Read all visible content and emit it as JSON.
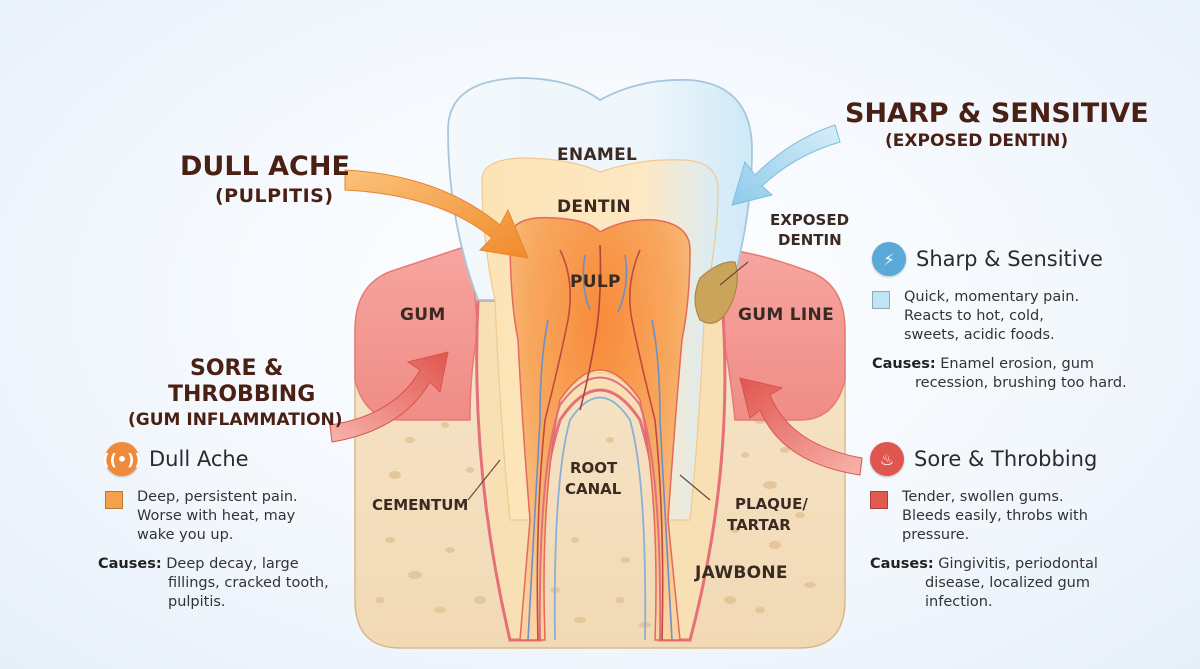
{
  "callouts": {
    "dull_title": "DULL ACHE",
    "dull_sub": "(PULPITIS)",
    "sharp_title": "SHARP & SENSITIVE",
    "sharp_sub": "(EXPOSED DENTIN)",
    "sore_line1": "SORE &",
    "sore_line2": "THROBBING",
    "sore_sub": "(GUM INFLAMMATION)"
  },
  "labels": {
    "enamel": "ENAMEL",
    "dentin": "DENTIN",
    "pulp": "PULP",
    "gum": "GUM",
    "gum_line": "GUM LINE",
    "exposed_dentin_1": "EXPOSED",
    "exposed_dentin_2": "DENTIN",
    "root_canal_1": "ROOT",
    "root_canal_2": "CANAL",
    "cementum": "CEMENTUM",
    "plaque_1": "PLAQUE/",
    "plaque_2": "TARTAR",
    "jawbone": "JAWBONE"
  },
  "panels": {
    "dull": {
      "title": "Dull Ache",
      "icon": "sound-waves-icon",
      "color": "#f5a04a",
      "desc1": "Deep, persistent pain.",
      "desc2": "Worse with heat, may",
      "desc3": "wake you up.",
      "cause_label": "Causes:",
      "cause1": "Deep decay, large",
      "cause2": "fillings, cracked tooth,",
      "cause3": "pulpitis."
    },
    "sharp": {
      "title": "Sharp & Sensitive",
      "icon": "lightning-icon",
      "color": "#bfe4f3",
      "desc1": "Quick, momentary pain.",
      "desc2": "Reacts to hot, cold,",
      "desc3": "sweets, acidic foods.",
      "cause_label": "Causes:",
      "cause1": "Enamel erosion, gum",
      "cause2": "recession, brushing too hard."
    },
    "sore": {
      "title": "Sore & Throbbing",
      "icon": "inflamed-gum-icon",
      "color": "#e05a50",
      "desc1": "Tender, swollen gums.",
      "desc2": "Bleeds easily, throbs with",
      "desc3": "pressure.",
      "cause_label": "Causes:",
      "cause1": "Gingivitis, periodontal",
      "cause2": "disease, localized gum",
      "cause3": "infection."
    }
  },
  "colors": {
    "gum": "#f08a8a",
    "bone": "#f6e3c6",
    "dentin": "#fde3b8",
    "pulp": "#f6a35a",
    "enamel": "#eaf4fb",
    "arrow_orange": "#f5a04a",
    "arrow_blue": "#9fd3ee",
    "arrow_red": "#e4655c"
  }
}
